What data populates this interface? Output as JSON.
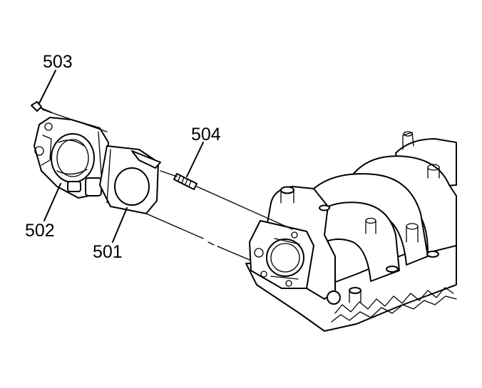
{
  "callouts": {
    "throttle_body_gasket": "501",
    "throttle_body": "502",
    "throttle_body_bolt": "503",
    "throttle_body_stud": "504"
  }
}
